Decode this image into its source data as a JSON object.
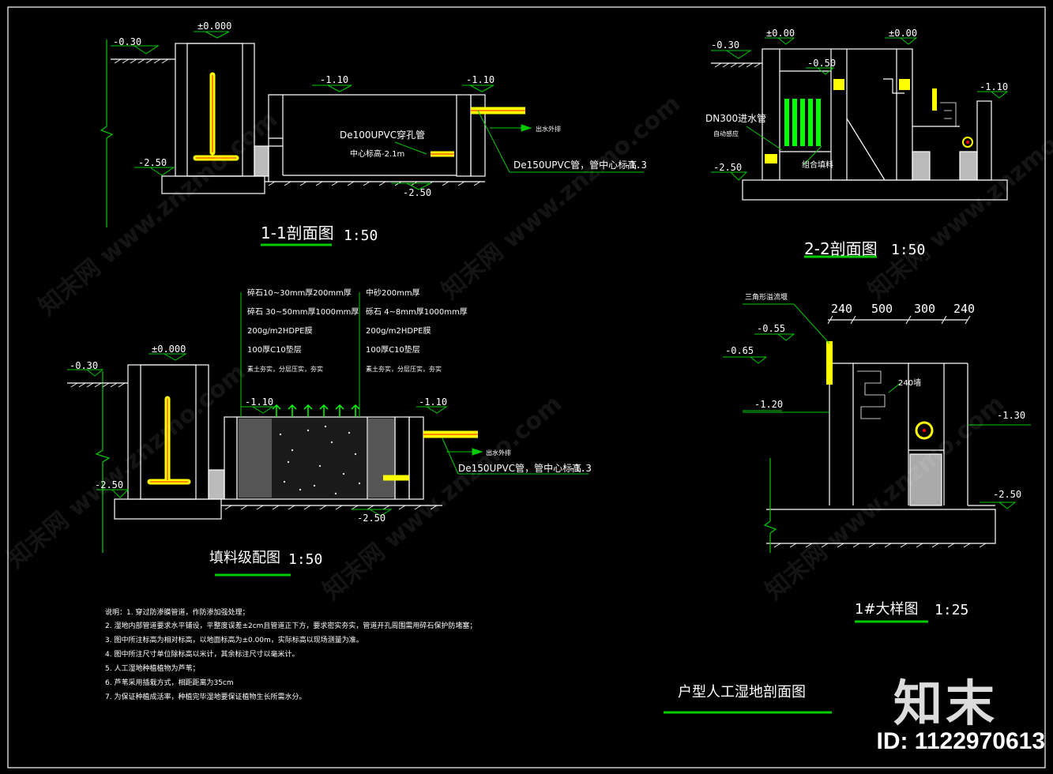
{
  "drawing": {
    "frame_border": "#ffffff",
    "colors": {
      "wall": "#ffffff",
      "pipe": "#ffff00",
      "pipe_core": "#ff7f00",
      "leader": "#00cc00",
      "plant": "#00ff00",
      "fill": "#cccccc"
    }
  },
  "section_11": {
    "title": "1-1剖面图",
    "scale": "1:50",
    "levels": {
      "ground": "-0.30",
      "top": "±0.000",
      "inner": "-1.10",
      "outlet": "-1.10",
      "bottom_left": "-2.50",
      "bottom": "-2.50"
    },
    "pipe_label": "De100UPVC穿孔管",
    "center_label": "中心标高-2.1m",
    "outlet_label": "De150UPVC管，管中心标高",
    "outlet_level": "-1.3",
    "discharge": "出水外排"
  },
  "section_22": {
    "title": "2-2剖面图",
    "scale": "1:50",
    "levels": {
      "ground": "-0.30",
      "top1": "±0.00",
      "top2": "±0.00",
      "water": "-0.50",
      "right": "-1.10",
      "bottom": "-2.50"
    },
    "pipe_label": "DN300进水管",
    "pipe_note": "自动感应",
    "fill_label": "组合填料"
  },
  "filler": {
    "title": "填料级配图",
    "scale": "1:50",
    "left_layers": [
      "碎石10~30mm厚200mm厚",
      "碎石 30~50mm厚1000mm厚",
      "200g/m2HDPE膜",
      "100厚C10垫层",
      "素土夯实，分层压实，夯实"
    ],
    "right_layers": [
      "中砂200mm厚",
      "砾石 4~8mm厚1000mm厚",
      "200g/m2HDPE膜",
      "100厚C10垫层",
      "素土夯实，分层压实，夯实"
    ],
    "levels": {
      "ground": "-0.30",
      "top": "±0.000",
      "inner": "-1.10",
      "outlet": "-1.10",
      "bottom_left": "-2.50",
      "bottom": "-2.50"
    },
    "outlet_label": "De150UPVC管，管中心标高",
    "outlet_level": "-1.3",
    "discharge": "出水外排"
  },
  "detail_1": {
    "title": "1#大样图",
    "scale": "1:25",
    "weir_label": "三角形溢流堰",
    "dims": [
      "240",
      "500",
      "300",
      "240"
    ],
    "levels": {
      "l1": "-0.55",
      "l2": "-0.65",
      "l3": "-1.20",
      "l4": "-1.30",
      "l5": "-2.50"
    },
    "wall_label": "240墙"
  },
  "notes": {
    "lead": "说明：",
    "items": [
      "1. 穿过防渗膜管道，作防渗加强处理；",
      "2. 湿地内部管道要求水平铺设，平整度误差±2cm且管道正下方，要求密实夯实，管道开孔周围需用碎石保护防堵塞；",
      "3. 图中所注标高为相对标高，以地面标高为±0.00m，实际标高以现场测量为准。",
      "4. 图中所注尺寸单位除标高以米计，其余标注尺寸以毫米计。",
      "5. 人工湿地种植植物为芦苇；",
      "6. 芦苇采用插栽方式，相距距离为35cm",
      "7. 为保证种植成活率，种植完毕湿地要保证植物生长所需水分。"
    ]
  },
  "main_title": "户型人工湿地剖面图",
  "watermark": {
    "text": "知末网 www.znzmo.com",
    "brand": "知末",
    "id_label": "ID: 1122970613"
  }
}
